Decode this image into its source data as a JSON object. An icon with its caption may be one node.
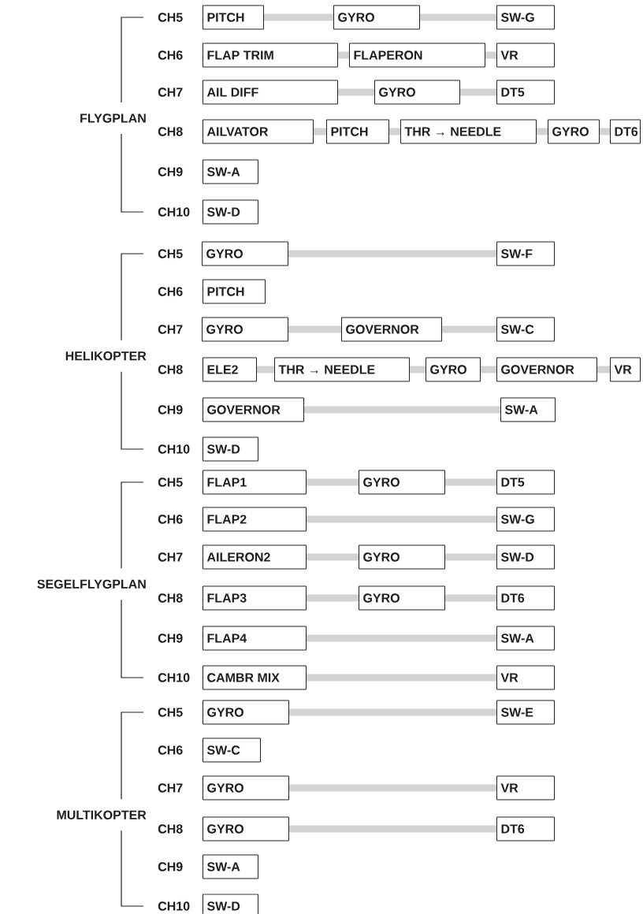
{
  "diagram": {
    "nodes": [
      {
        "text": [
          "PITCH"
        ]
      },
      {
        "text": [
          "GYRO"
        ]
      },
      {
        "text": [
          "SW-G"
        ]
      },
      {
        "text": [
          "FLAP TRIM"
        ]
      },
      {
        "text": [
          "FLAPERON"
        ]
      },
      {
        "text": [
          "VR"
        ]
      },
      {
        "text": [
          "AIL DIFF"
        ]
      },
      {
        "text": [
          "GYRO"
        ]
      },
      {
        "text": [
          "DT5"
        ]
      },
      {
        "text": [
          "AILVATOR"
        ]
      },
      {
        "text": [
          "PITCH"
        ]
      },
      {
        "text": [
          "THR → NEEDLE"
        ]
      },
      {
        "text": [
          "GYRO"
        ]
      },
      {
        "text": [
          "DT6"
        ]
      },
      {
        "text": [
          "SW-A"
        ]
      },
      {
        "text": [
          "SW-D"
        ]
      },
      {
        "text": [
          "GYRO"
        ]
      },
      {
        "text": [
          "SW-F"
        ]
      },
      {
        "text": [
          "PITCH"
        ]
      },
      {
        "text": [
          "GYRO"
        ]
      },
      {
        "text": [
          "GOVERNOR"
        ]
      },
      {
        "text": [
          "SW-C"
        ]
      },
      {
        "text": [
          "ELE2"
        ]
      },
      {
        "text": [
          "THR → NEEDLE"
        ]
      },
      {
        "text": [
          "GYRO"
        ]
      },
      {
        "text": [
          "GOVERNOR"
        ]
      },
      {
        "text": [
          "VR"
        ]
      },
      {
        "text": [
          "GOVERNOR"
        ]
      },
      {
        "text": [
          "SW-A"
        ]
      },
      {
        "text": [
          "SW-D"
        ]
      },
      {
        "text": [
          "FLAP1"
        ]
      },
      {
        "text": [
          "GYRO"
        ]
      },
      {
        "text": [
          "DT5"
        ]
      },
      {
        "text": [
          "FLAP2"
        ]
      },
      {
        "text": [
          "SW-G"
        ]
      },
      {
        "text": [
          "AILERON2"
        ]
      },
      {
        "text": [
          "GYRO"
        ]
      },
      {
        "text": [
          "SW-D"
        ]
      },
      {
        "text": [
          "FLAP3"
        ]
      },
      {
        "text": [
          "GYRO"
        ]
      },
      {
        "text": [
          "DT6"
        ]
      },
      {
        "text": [
          "FLAP4"
        ]
      },
      {
        "text": [
          "SW-A"
        ]
      },
      {
        "text": [
          "CAMBR MIX"
        ]
      },
      {
        "text": [
          "VR"
        ]
      },
      {
        "text": [
          "GYRO"
        ]
      },
      {
        "text": [
          "SW-E"
        ]
      },
      {
        "text": [
          "SW-C"
        ]
      },
      {
        "text": [
          "GYRO"
        ]
      },
      {
        "text": [
          "VR"
        ]
      },
      {
        "text": [
          "GYRO"
        ]
      },
      {
        "text": [
          "DT6"
        ]
      },
      {
        "text": [
          "SW-A"
        ]
      },
      {
        "text": [
          "SW-D"
        ]
      }
    ],
    "edges": [
      {
        "from": 0,
        "to": 1,
        "arrow": "none"
      },
      {
        "from": 1,
        "to": 2,
        "arrow": "none"
      },
      {
        "from": 3,
        "to": 4,
        "arrow": "none"
      },
      {
        "from": 4,
        "to": 5,
        "arrow": "none"
      },
      {
        "from": 6,
        "to": 7,
        "arrow": "none"
      },
      {
        "from": 7,
        "to": 8,
        "arrow": "none"
      },
      {
        "from": 9,
        "to": 10,
        "arrow": "none"
      },
      {
        "from": 10,
        "to": 11,
        "arrow": "none"
      },
      {
        "from": 11,
        "to": 12,
        "arrow": "none"
      },
      {
        "from": 12,
        "to": 13,
        "arrow": "none"
      },
      {
        "from": 16,
        "to": 17,
        "arrow": "none"
      },
      {
        "from": 19,
        "to": 20,
        "arrow": "none"
      },
      {
        "from": 20,
        "to": 21,
        "arrow": "none"
      },
      {
        "from": 22,
        "to": 23,
        "arrow": "none"
      },
      {
        "from": 23,
        "to": 24,
        "arrow": "none"
      },
      {
        "from": 24,
        "to": 25,
        "arrow": "none"
      },
      {
        "from": 25,
        "to": 26,
        "arrow": "none"
      },
      {
        "from": 27,
        "to": 28,
        "arrow": "none"
      },
      {
        "from": 30,
        "to": 31,
        "arrow": "none"
      },
      {
        "from": 31,
        "to": 32,
        "arrow": "none"
      },
      {
        "from": 33,
        "to": 34,
        "arrow": "none"
      },
      {
        "from": 35,
        "to": 36,
        "arrow": "none"
      },
      {
        "from": 36,
        "to": 37,
        "arrow": "none"
      },
      {
        "from": 38,
        "to": 39,
        "arrow": "none"
      },
      {
        "from": 39,
        "to": 40,
        "arrow": "none"
      },
      {
        "from": 41,
        "to": 42,
        "arrow": "none"
      },
      {
        "from": 43,
        "to": 44,
        "arrow": "none"
      },
      {
        "from": 45,
        "to": 46,
        "arrow": "none"
      },
      {
        "from": 48,
        "to": 49,
        "arrow": "none"
      },
      {
        "from": 50,
        "to": 51,
        "arrow": "none"
      }
    ],
    "labels": [
      "FLYGPLAN",
      "CH5",
      "CH6",
      "CH7",
      "CH8",
      "CH9",
      "CH10",
      "HELIKOPTER",
      "CH5",
      "CH6",
      "CH7",
      "CH8",
      "CH9",
      "CH10",
      "SEGELFLYGPLAN",
      "CH5",
      "CH6",
      "CH7",
      "CH8",
      "CH9",
      "CH10",
      "MULTIKOPTER",
      "CH5",
      "CH6",
      "CH7",
      "CH8",
      "CH9",
      "CH10"
    ]
  }
}
